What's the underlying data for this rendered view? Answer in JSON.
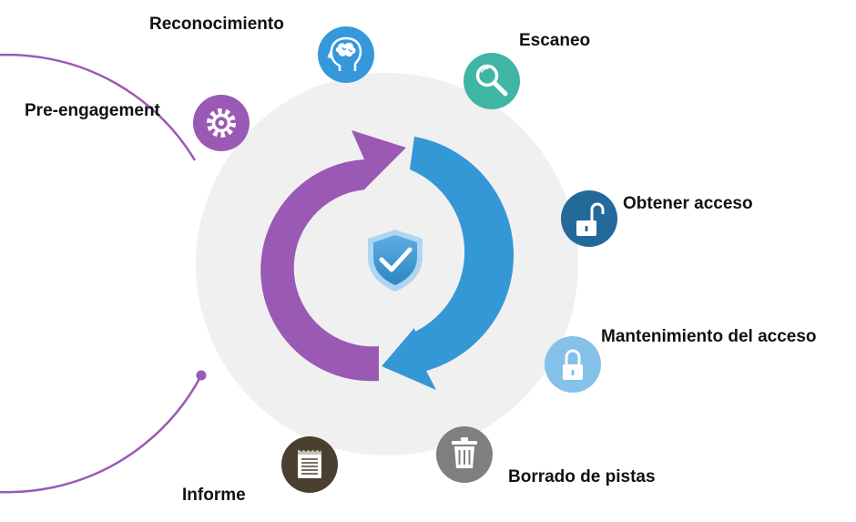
{
  "stages": [
    {
      "id": "pre-engagement",
      "label": "Pre-engagement",
      "icon": "gear-icon",
      "color": "#9b59b6"
    },
    {
      "id": "reconocimiento",
      "label": "Reconocimiento",
      "icon": "brain-head-icon",
      "color": "#3498db"
    },
    {
      "id": "escaneo",
      "label": "Escaneo",
      "icon": "magnifier-icon",
      "color": "#3fb5a3"
    },
    {
      "id": "obtener-acceso",
      "label": "Obtener acceso",
      "icon": "unlocked-padlock-icon",
      "color": "#236a9a"
    },
    {
      "id": "mantenimiento",
      "label": "Mantenimiento del acceso",
      "icon": "locked-padlock-icon",
      "color": "#85c1e9"
    },
    {
      "id": "borrado",
      "label": "Borrado de pistas",
      "icon": "trash-can-icon",
      "color": "#7f7f7f"
    },
    {
      "id": "informe",
      "label": "Informe",
      "icon": "notepad-icon",
      "color": "#4a4030"
    }
  ],
  "center": {
    "icon": "shield-check-icon",
    "color": "#3498db"
  },
  "colors": {
    "ring": "#9b59b6",
    "backdrop": "#f0f0f0",
    "cycle_arrow_left": "#9b59b6",
    "cycle_arrow_right": "#3497d6",
    "label_text": "#111111"
  }
}
